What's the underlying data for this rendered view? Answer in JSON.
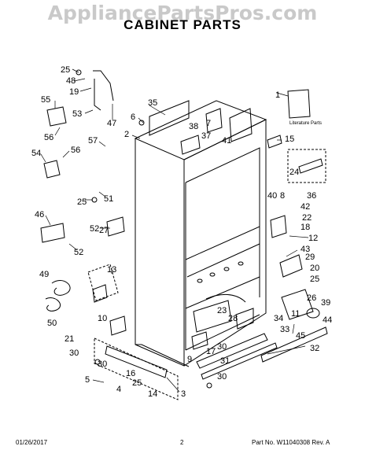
{
  "watermark": "AppliancePartsPros.com",
  "title": "CABINET PARTS",
  "footer": {
    "date": "01/26/2017",
    "page": "2",
    "part_no": "Part No. W11040308  Rev. A"
  },
  "literature_label": "Literature Parts",
  "callouts": [
    "25",
    "48",
    "19",
    "53",
    "47",
    "55",
    "56",
    "57",
    "54",
    "56",
    "25",
    "51",
    "46",
    "52",
    "27",
    "52",
    "49",
    "50",
    "13",
    "10",
    "21",
    "30",
    "30",
    "5",
    "16",
    "25",
    "4",
    "14",
    "3",
    "35",
    "6",
    "2",
    "38",
    "7",
    "37",
    "41",
    "15",
    "1",
    "24",
    "36",
    "40",
    "8",
    "42",
    "22",
    "18",
    "12",
    "43",
    "29",
    "20",
    "25",
    "26",
    "39",
    "11",
    "44",
    "23",
    "28",
    "34",
    "33",
    "45",
    "32",
    "30",
    "17",
    "9",
    "31",
    "30"
  ]
}
